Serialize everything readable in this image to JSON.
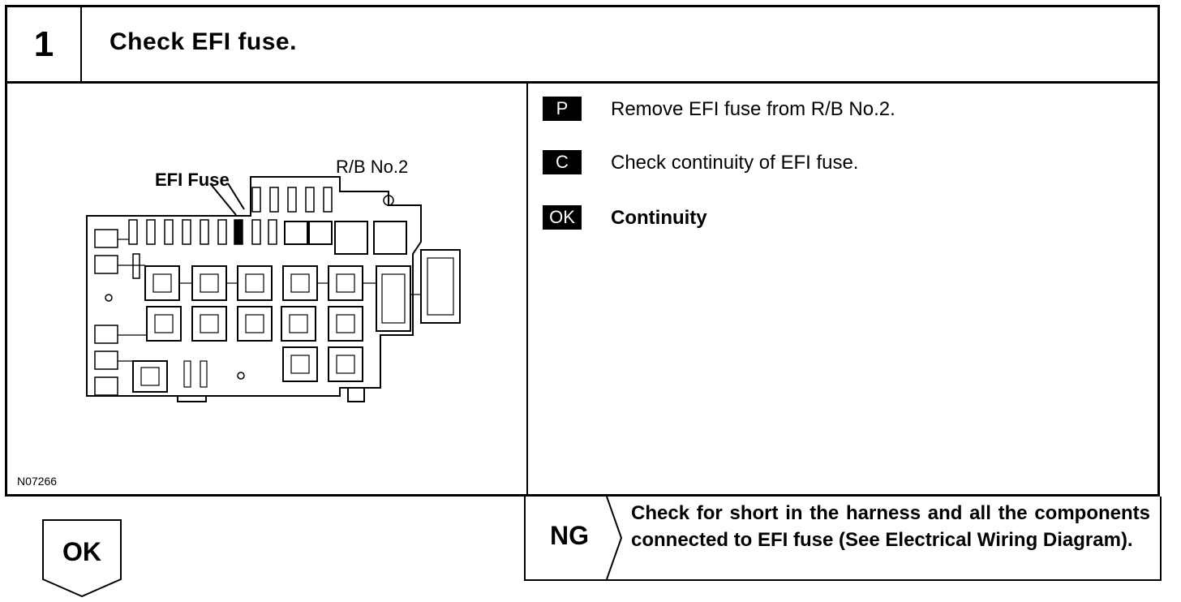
{
  "header": {
    "step_number": "1",
    "title": "Check EFI fuse."
  },
  "illustration": {
    "label_fuse": "EFI Fuse",
    "label_block": "R/B No.2",
    "figure_code": "N07266"
  },
  "steps": [
    {
      "badge": "P",
      "text": "Remove EFI fuse from R/B No.2."
    },
    {
      "badge": "C",
      "text": "Check continuity of EFI fuse."
    },
    {
      "badge": "OK",
      "text": "Continuity"
    }
  ],
  "ng": {
    "label": "NG",
    "text": "Check for short in the harness and all the components connected to EFI fuse (See Electrical Wiring Diagram)."
  },
  "ok": {
    "label": "OK"
  }
}
